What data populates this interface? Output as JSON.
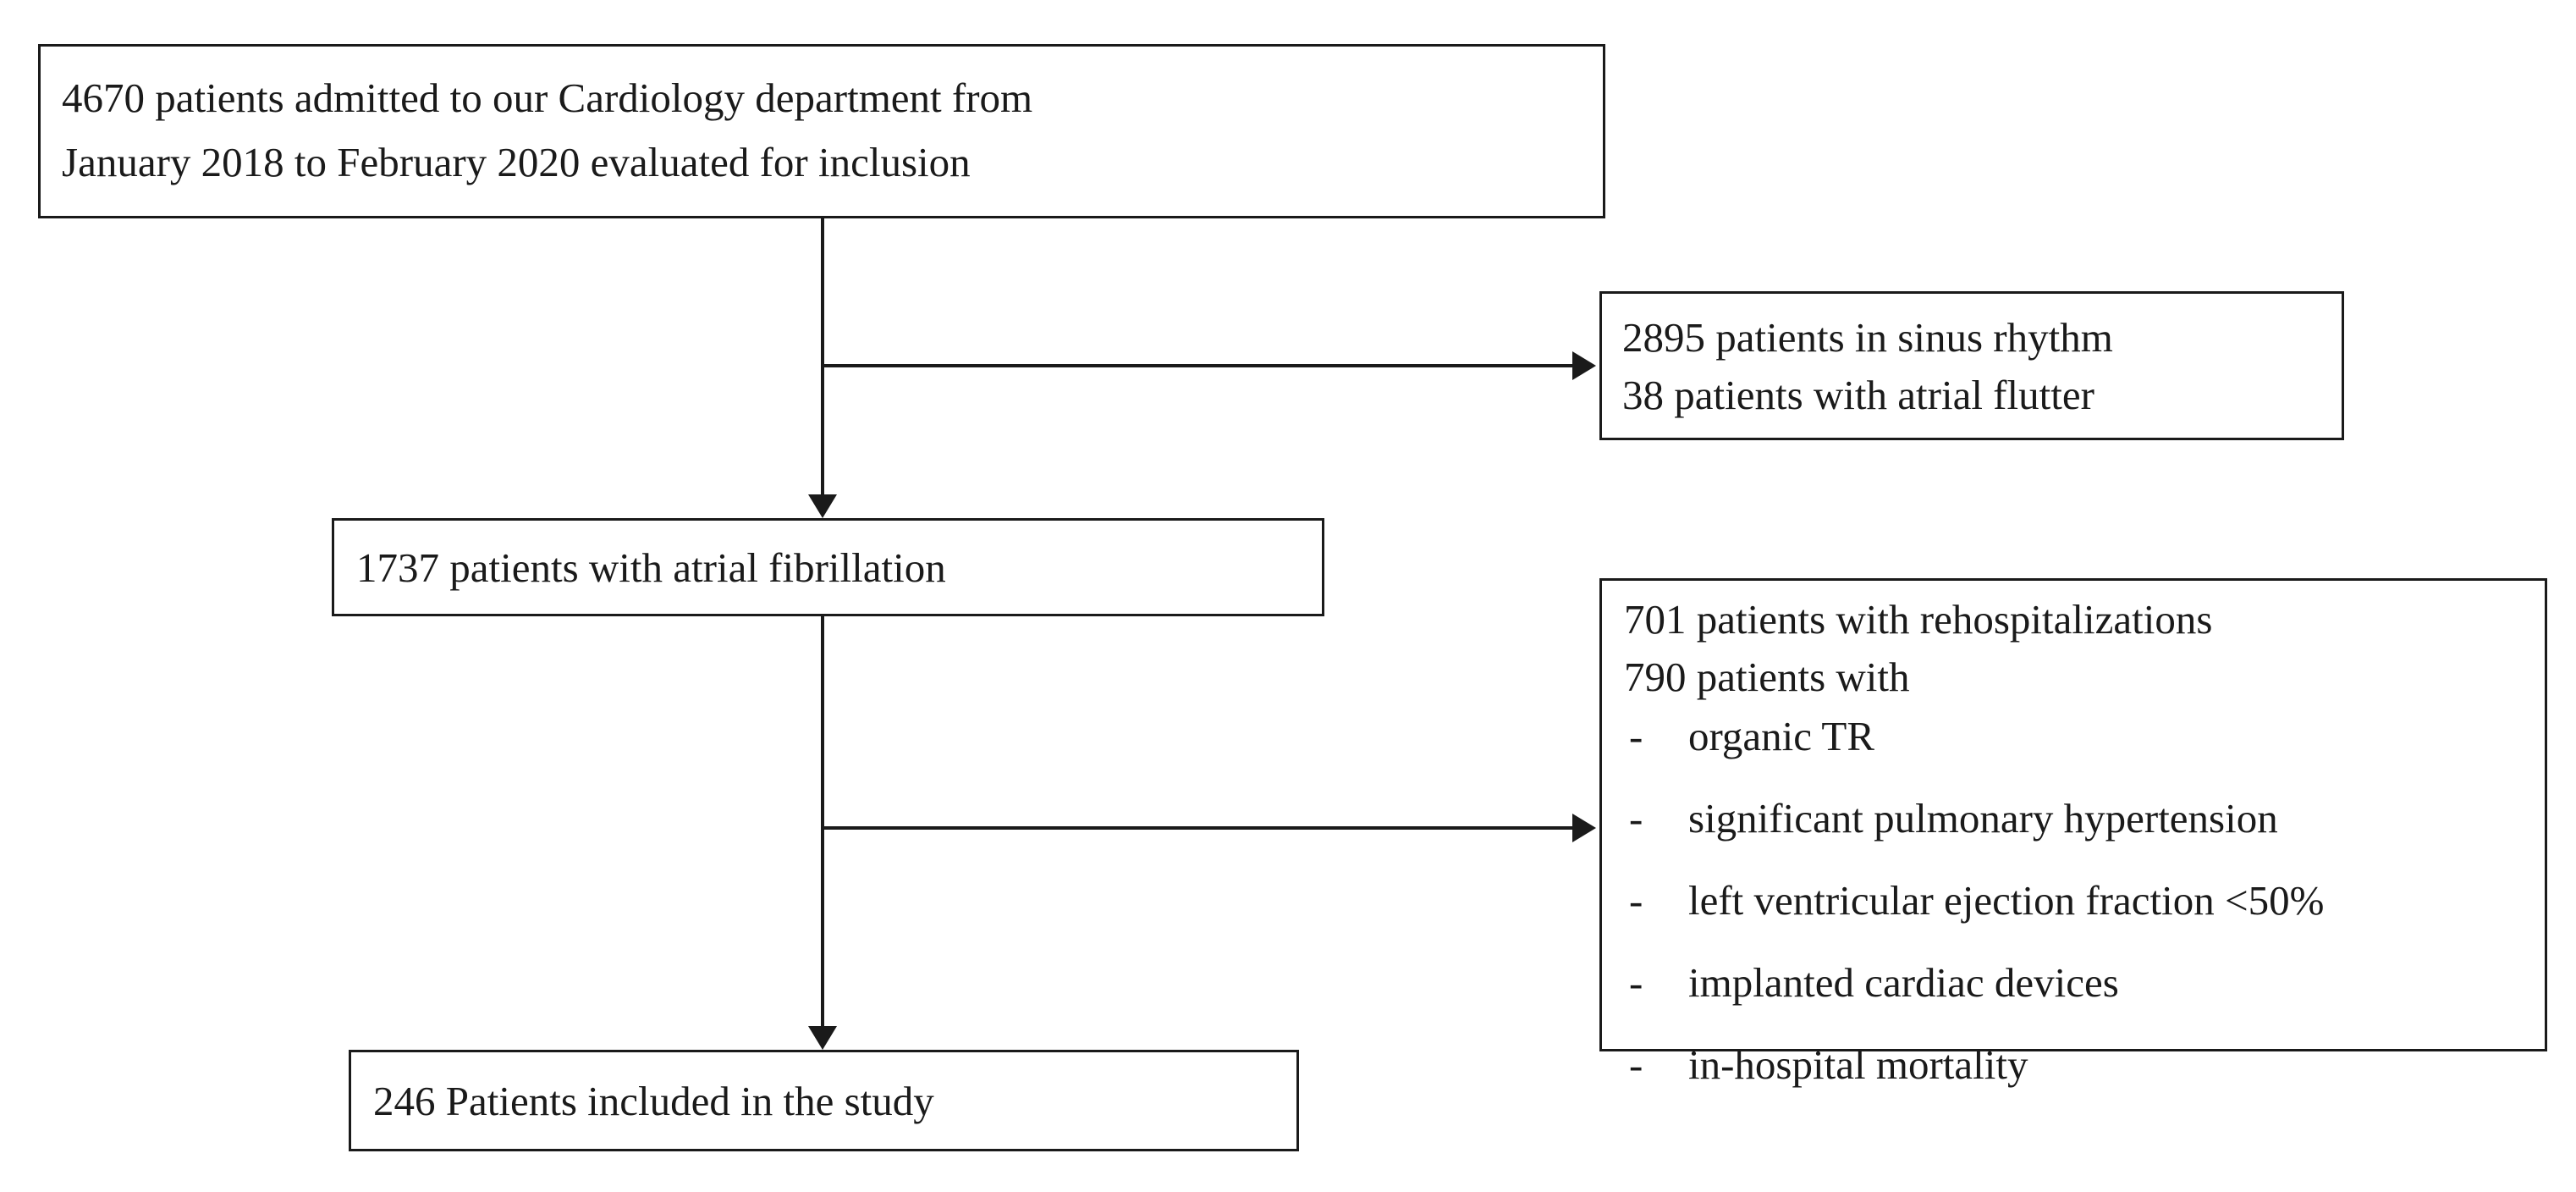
{
  "diagram": {
    "type": "flowchart",
    "title": "Patient inclusion flow diagram",
    "colors": {
      "stroke": "#1a1a1a",
      "fill": "#ffffff",
      "background": "#ffffff"
    },
    "nodes": {
      "screened": {
        "id": "screened",
        "lines": [
          "4670 patients admitted to our Cardiology department from",
          "January 2018 to February 2020 evaluated for inclusion"
        ],
        "count": 4670
      },
      "excluded_rhythm": {
        "id": "excluded-rhythm",
        "lines": [
          "2895 patients in sinus rhythm",
          "38 patients with atrial flutter"
        ],
        "counts": [
          2895,
          38
        ]
      },
      "atrial_fibrillation": {
        "id": "atrial-fibrillation",
        "lines": [
          "1737 patients with atrial fibrillation"
        ],
        "count": 1737
      },
      "excluded_criteria": {
        "id": "excluded-criteria",
        "lines": [
          "701 patients with rehospitalizations",
          "790 patients with"
        ],
        "counts": [
          701,
          790
        ],
        "bullet_mark": "-",
        "bullets": [
          "organic TR",
          "significant pulmonary hypertension",
          "left ventricular ejection fraction <50%",
          "implanted cardiac devices",
          "in-hospital mortality"
        ]
      },
      "included": {
        "id": "included",
        "lines": [
          "246 Patients included in the study"
        ],
        "count": 246
      }
    },
    "edges": [
      {
        "from": "screened",
        "to": "atrial-fibrillation",
        "kind": "vertical-arrow"
      },
      {
        "from": "screened",
        "to": "excluded-rhythm",
        "kind": "branch-right-arrow"
      },
      {
        "from": "atrial-fibrillation",
        "to": "included",
        "kind": "vertical-arrow"
      },
      {
        "from": "atrial-fibrillation",
        "to": "excluded-criteria",
        "kind": "branch-right-arrow"
      }
    ]
  }
}
